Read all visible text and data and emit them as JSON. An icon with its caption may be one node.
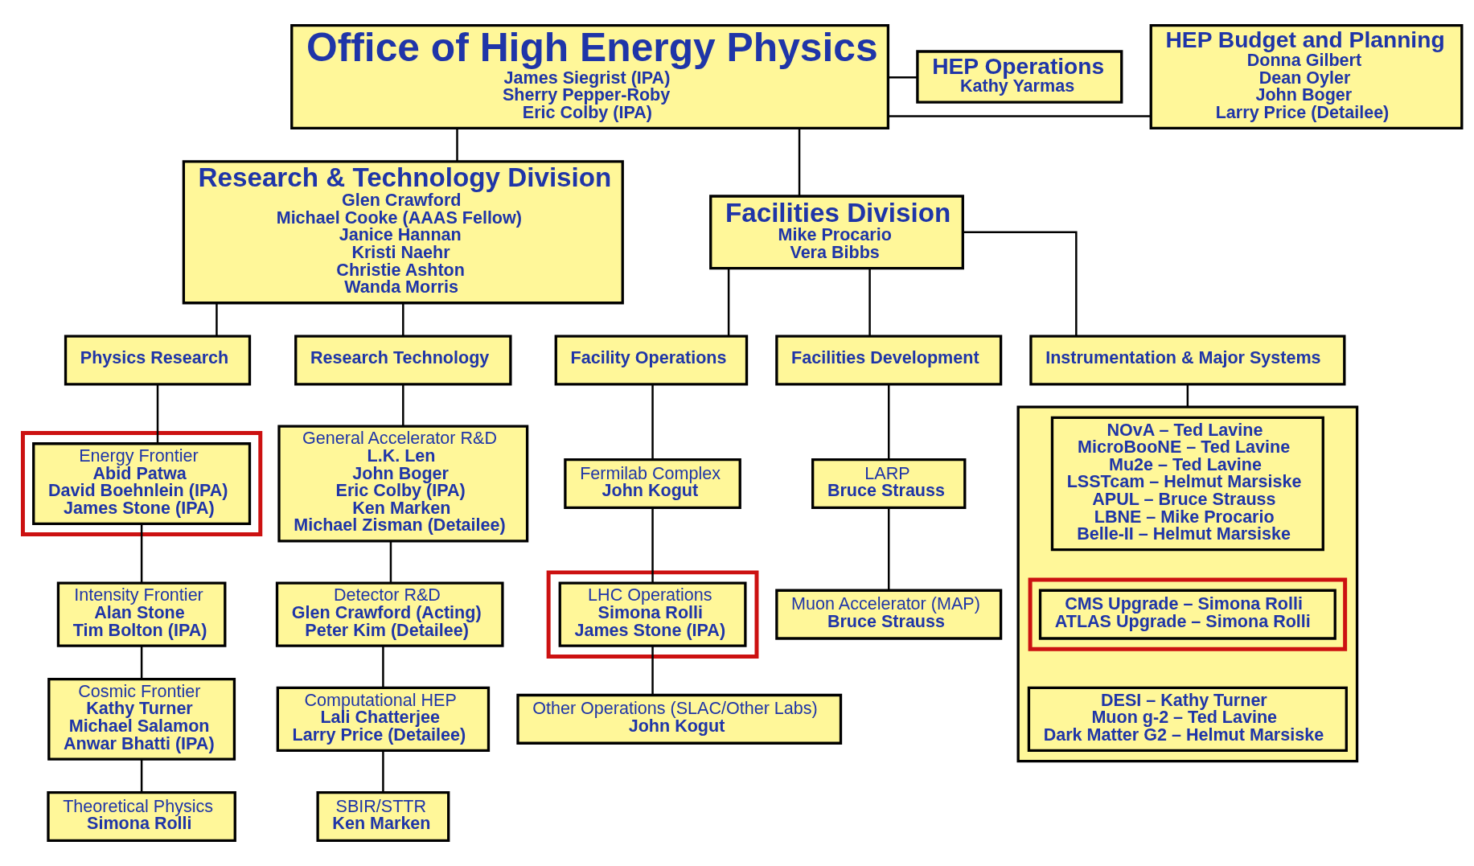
{
  "diagram": {
    "nodes": [
      {
        "text": [
          "Office of High Energy Physics",
          "James Siegrist (IPA)",
          "Sherry Pepper-Roby",
          "Eric Colby (IPA)"
        ]
      },
      {
        "text": [
          "HEP Budget and Planning",
          "Donna Gilbert",
          "Dean Oyler",
          "John Boger",
          "Larry Price (Detailee)"
        ]
      },
      {
        "text": [
          "HEP Operations",
          "Kathy Yarmas"
        ]
      },
      {
        "text": [
          "Research & Technology Division",
          "Glen Crawford",
          "Michael Cooke (AAAS Fellow)",
          "Janice Hannan",
          "Kristi Naehr",
          "Christie Ashton",
          "Wanda Morris"
        ]
      },
      {
        "text": [
          "Facilities Division",
          "Mike Procario",
          "Vera Bibbs"
        ]
      },
      {
        "text": [
          "Physics Research"
        ]
      },
      {
        "text": [],
        "shape": "box"
      },
      {
        "text": [
          "Energy Frontier",
          "Abid Patwa",
          "David Boehnlein (IPA)",
          "James Stone (IPA)"
        ],
        "in": 6
      },
      {
        "text": [
          "Intensity Frontier",
          "Alan Stone",
          "Tim Bolton (IPA)"
        ]
      },
      {
        "text": [
          "Cosmic Frontier",
          "Kathy Turner",
          "Michael Salamon",
          "Anwar Bhatti (IPA)"
        ]
      },
      {
        "text": [
          "Theoretical Physics",
          "Simona Rolli"
        ]
      },
      {
        "text": [
          "Research Technology"
        ]
      },
      {
        "text": [
          "General Accelerator R&D",
          "L.K. Len",
          "John Boger",
          "Eric Colby (IPA)",
          "Ken Marken",
          "Michael Zisman (Detailee)"
        ]
      },
      {
        "text": [
          "Detector R&D",
          "Glen Crawford (Acting)",
          "Peter Kim (Detailee)"
        ]
      },
      {
        "text": [
          "Computational HEP",
          "Lali Chatterjee",
          "Larry Price (Detailee)"
        ]
      },
      {
        "text": [
          "SBIR/STTR",
          "Ken Marken"
        ]
      },
      {
        "text": [
          "Facility Operations"
        ]
      },
      {
        "text": [
          "Fermilab Complex",
          "John Kogut"
        ]
      },
      {
        "text": [],
        "shape": "box"
      },
      {
        "text": [
          "LHC Operations",
          "Simona Rolli",
          "James Stone (IPA)"
        ],
        "in": 18
      },
      {
        "text": [
          "Other Operations (SLAC/Other Labs)",
          "John Kogut"
        ]
      },
      {
        "text": [
          "Facilities Development"
        ]
      },
      {
        "text": [
          "LARP",
          "Bruce Strauss"
        ]
      },
      {
        "text": [
          "Muon Accelerator (MAP)",
          "Bruce Strauss"
        ]
      },
      {
        "text": [
          "Instrumentation & Major Systems"
        ]
      },
      {
        "text": [],
        "shape": "box"
      },
      {
        "text": [
          "NOvA – Ted Lavine",
          "MicroBooNE – Ted Lavine",
          "Mu2e – Ted Lavine",
          "LSSTcam – Helmut Marsiske",
          "APUL – Bruce Strauss",
          "LBNE – Mike Procario",
          "Belle-II – Helmut Marsiske"
        ],
        "in": 25
      },
      {
        "text": [],
        "shape": "box",
        "in": 25
      },
      {
        "text": [
          "CMS Upgrade – Simona Rolli",
          "ATLAS Upgrade – Simona Rolli"
        ],
        "in": 27
      },
      {
        "text": [
          "DESI – Kathy Turner",
          "Muon g-2 – Ted Lavine",
          "Dark Matter G2 – Helmut Marsiske"
        ],
        "in": 25
      }
    ],
    "edges": [
      {
        "from": 0,
        "to": 1,
        "arrow": "none"
      },
      {
        "from": 0,
        "to": 2,
        "arrow": "none"
      },
      {
        "from": 0,
        "to": 3,
        "arrow": "none"
      },
      {
        "from": 0,
        "to": 4,
        "arrow": "none"
      },
      {
        "from": 3,
        "to": 5,
        "arrow": "none"
      },
      {
        "from": 3,
        "to": 11,
        "arrow": "none"
      },
      {
        "from": 5,
        "to": 7,
        "arrow": "none"
      },
      {
        "from": 7,
        "to": 8,
        "arrow": "none"
      },
      {
        "from": 8,
        "to": 9,
        "arrow": "none"
      },
      {
        "from": 9,
        "to": 10,
        "arrow": "none"
      },
      {
        "from": 11,
        "to": 12,
        "arrow": "none"
      },
      {
        "from": 12,
        "to": 13,
        "arrow": "none"
      },
      {
        "from": 13,
        "to": 14,
        "arrow": "none"
      },
      {
        "from": 14,
        "to": 15,
        "arrow": "none"
      },
      {
        "from": 4,
        "to": 16,
        "arrow": "none"
      },
      {
        "from": 4,
        "to": 21,
        "arrow": "none"
      },
      {
        "from": 4,
        "to": 24,
        "arrow": "none"
      },
      {
        "from": 16,
        "to": 17,
        "arrow": "none"
      },
      {
        "from": 17,
        "to": 19,
        "arrow": "none"
      },
      {
        "from": 19,
        "to": 20,
        "arrow": "none"
      },
      {
        "from": 21,
        "to": 22,
        "arrow": "none"
      },
      {
        "from": 22,
        "to": 23,
        "arrow": "none"
      },
      {
        "from": 24,
        "to": 25,
        "arrow": "none"
      }
    ]
  }
}
